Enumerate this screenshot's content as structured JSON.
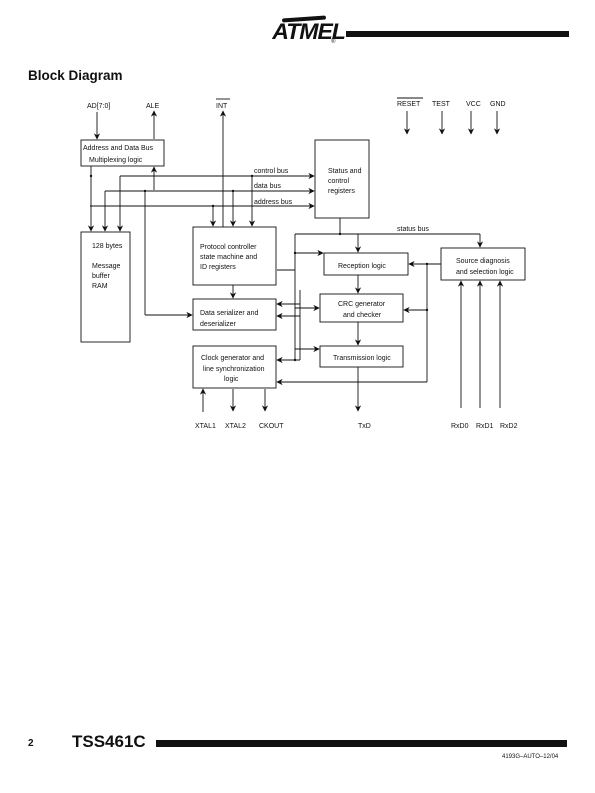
{
  "header": {
    "logo_text": "ATMEL",
    "registered_mark": "®"
  },
  "section": {
    "title": "Block Diagram"
  },
  "pins_top": {
    "ad": "AD[7:0]",
    "ale": "ALE",
    "int": "INT",
    "reset": "RESET",
    "test": "TEST",
    "vcc": "VCC",
    "gnd": "GND"
  },
  "blocks": {
    "addr_bus": {
      "line1": "Address and Data Bus",
      "line2": "Multiplexing logic"
    },
    "status_regs": {
      "line1": "Status and",
      "line2": "control",
      "line3": "registers"
    },
    "ram": {
      "line1": "128 bytes",
      "line2": "Message",
      "line3": "buffer",
      "line4": "RAM"
    },
    "protocol": {
      "line1": "Protocol controller",
      "line2": "state machine and",
      "line3": "ID registers"
    },
    "serializer": {
      "line1": "Data serializer and",
      "line2": "deserializer"
    },
    "clock": {
      "line1": "Clock generator and",
      "line2": "line synchronization",
      "line3": "logic"
    },
    "reception": {
      "line1": "Reception logic"
    },
    "crc": {
      "line1": "CRC generator",
      "line2": "and checker"
    },
    "transmission": {
      "line1": "Transmission logic"
    },
    "source_diag": {
      "line1": "Source diagnosis",
      "line2": "and selection logic"
    }
  },
  "buses": {
    "control": "control bus",
    "data": "data bus",
    "address": "address bus",
    "status": "status bus"
  },
  "pins_bottom": {
    "xtal1": "XTAL1",
    "xtal2": "XTAL2",
    "ckout": "CKOUT",
    "txd": "TxD",
    "rxd0": "RxD0",
    "rxd1": "RxD1",
    "rxd2": "RxD2"
  },
  "footer": {
    "page_number": "2",
    "product": "TSS461C",
    "doc_code": "4193G–AUTO–12/04"
  }
}
